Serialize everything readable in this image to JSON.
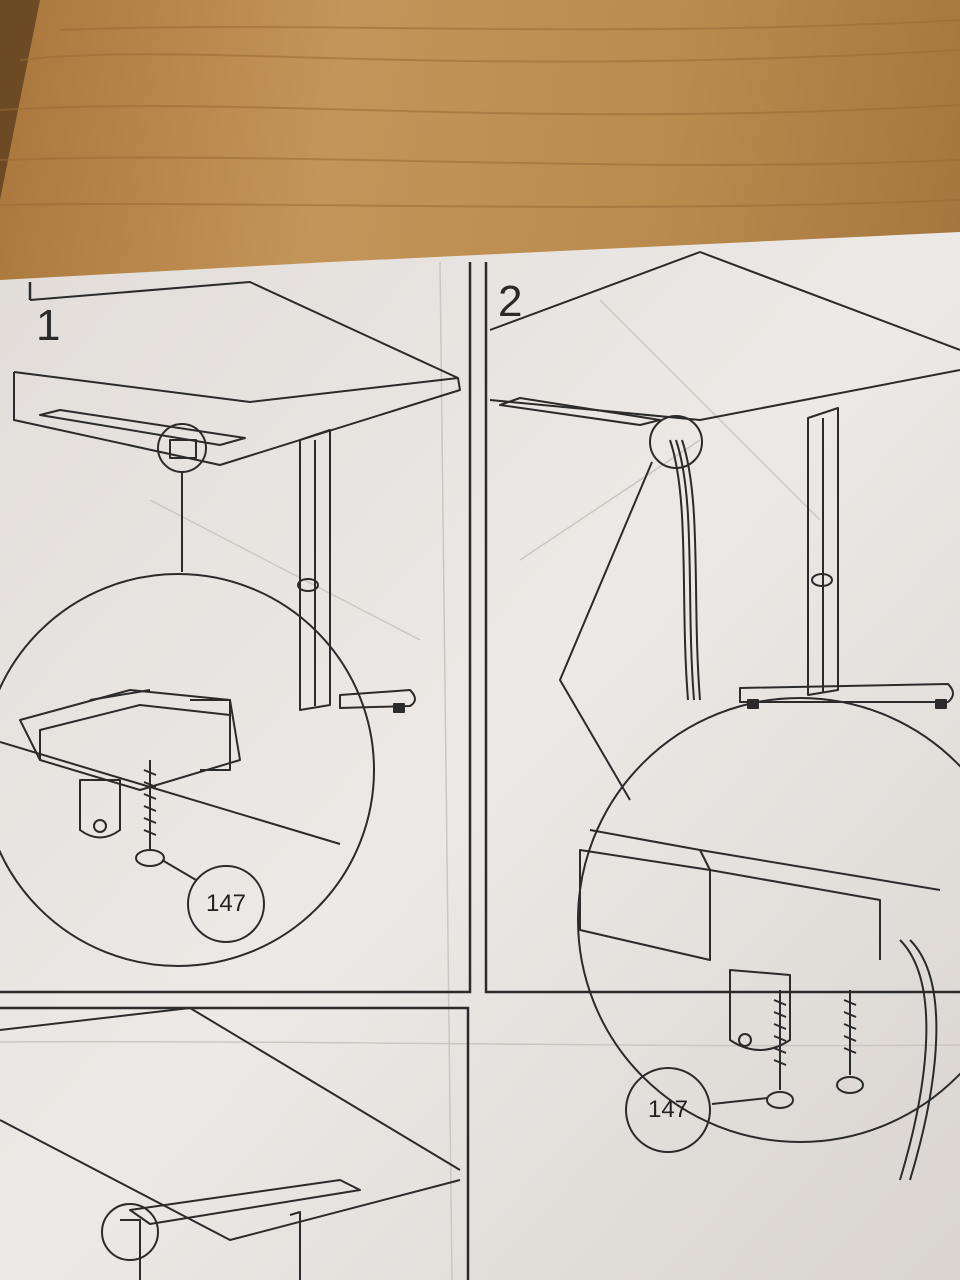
{
  "steps": [
    {
      "number": "1",
      "part_label": "147"
    },
    {
      "number": "2",
      "part_label": "147"
    }
  ],
  "colors": {
    "wood": "#b98b4d",
    "paper": "#e9e6e2",
    "ink": "#2b2b2b"
  }
}
